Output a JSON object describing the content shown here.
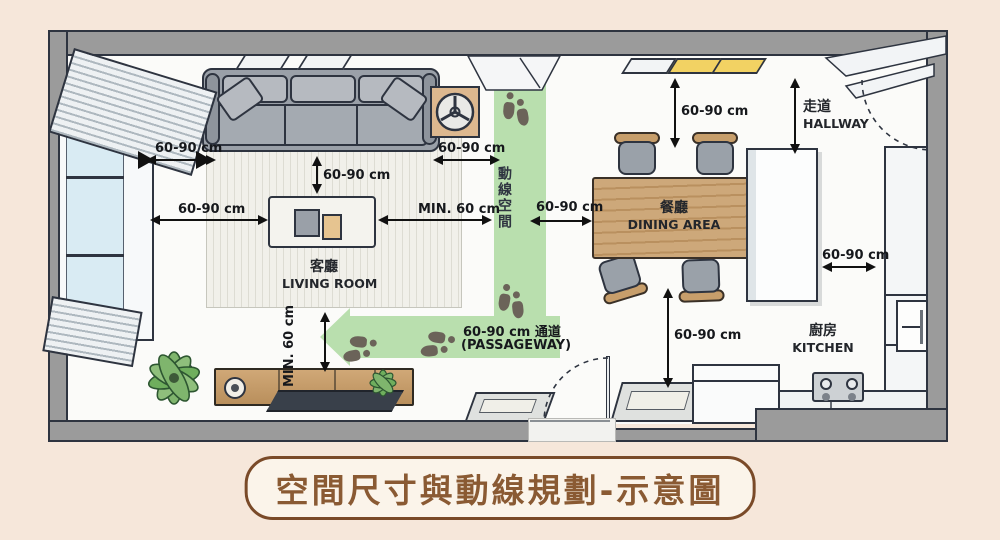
{
  "title": "空間尺寸與動線規劃-示意圖",
  "rooms": {
    "living_zh": "客廳",
    "living_en": "LIVING ROOM",
    "dining_zh": "餐廳",
    "dining_en": "DINING AREA",
    "kitchen_zh": "廚房",
    "kitchen_en": "KITCHEN",
    "hallway_zh": "走道",
    "hallway_en": "HALLWAY",
    "circulation": "動線空間"
  },
  "dimensions": {
    "window_to_sofa": "60-90 cm",
    "sidetable_to_passage": "60-90 cm",
    "sofa_to_table": "60-90 cm",
    "window_to_table": "60-90 cm",
    "table_to_passage": "MIN. 60 cm",
    "passage_to_dining": "60-90 cm",
    "dining_to_wall_top": "60-90 cm",
    "island_to_cabinet": "60-90 cm",
    "dining_to_counter": "60-90 cm",
    "tv_clearance": "MIN. 60 cm",
    "passage_line1": "60-90 cm 通道",
    "passage_line2": "(PASSAGEWAY)"
  },
  "colors": {
    "background": "#f6e7da",
    "wall_gray": "#9b9b9b",
    "outline": "#2e3440",
    "passage_green": "#b9dfae",
    "wood": "#c69c68",
    "light_yellow": "#f2d263",
    "title_brown": "#8a5a33"
  }
}
